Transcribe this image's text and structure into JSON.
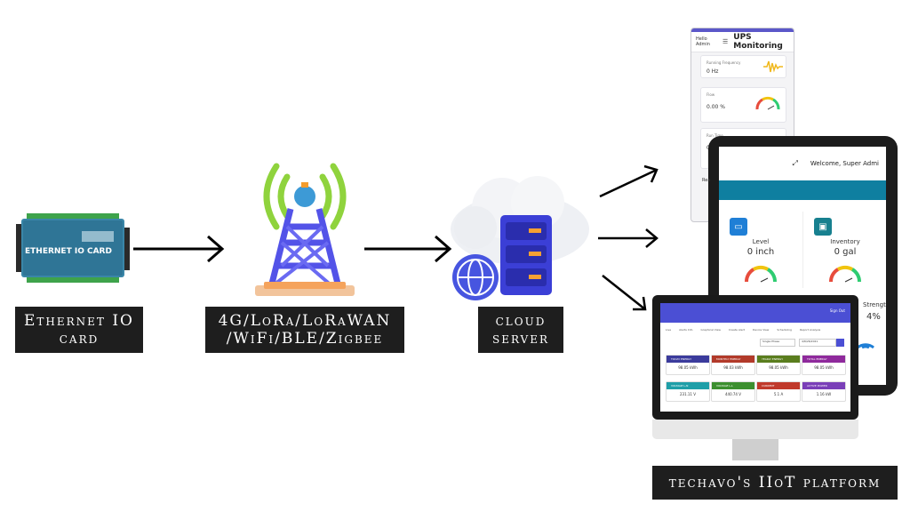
{
  "steps": [
    {
      "label_line1": "Ethernet IO",
      "label_line2": "card",
      "device_text": "ETHERNET IO CARD"
    },
    {
      "label_line1": "4G/LoRa/LoRaWAN",
      "label_line2": "/WiFi/BLE/Zigbee"
    },
    {
      "label_line1": "cloud",
      "label_line2": "server"
    },
    {
      "label_line1": "techavo's IIoT platform"
    }
  ],
  "phone": {
    "greeting": "Hello Admin",
    "title": "UPS Monitoring",
    "cards": [
      {
        "title": "Running Frequency",
        "value": "0 Hz"
      },
      {
        "title": "Flow",
        "value": "0.00 %"
      },
      {
        "title": "Run Time",
        "value": "0"
      }
    ]
  },
  "tablet": {
    "welcome": "Welcome, Super Admi",
    "side_label": "Rea",
    "tiles": [
      {
        "title": "Level",
        "value": "0 inch",
        "icon": "tank-icon"
      },
      {
        "title": "Inventory",
        "value": "0 gal",
        "icon": "box-icon"
      }
    ],
    "partial_title": "Strength",
    "partial_value": "4%"
  },
  "monitor": {
    "signout": "Sign Out",
    "nav": [
      "Live",
      "Alerts Info",
      "Graphical View",
      "Create Alert",
      "Device View",
      "Scheduling",
      "Report Analysis"
    ],
    "filter_value": "Single Phase",
    "date_value": "4/8/26/2021",
    "cards": [
      {
        "title": "TODAY ENERGY",
        "value": "98.05 kWh",
        "color": "#3b3b9c"
      },
      {
        "title": "MONTHLY ENERGY",
        "value": "98.03 kWh",
        "color": "#b23a2a"
      },
      {
        "title": "YEARLY ENERGY",
        "value": "98.05 kWh",
        "color": "#5a7d1e"
      },
      {
        "title": "TOTAL ENERGY",
        "value": "98.05 kWh",
        "color": "#8f2a9c"
      },
      {
        "title": "VOLTAGE L-N",
        "value": "231.11 V",
        "color": "#1f9fa8"
      },
      {
        "title": "VOLTAGE L-L",
        "value": "440.74 V",
        "color": "#3c8f2f"
      },
      {
        "title": "CURRENT",
        "value": "5.1 A",
        "color": "#c0392b"
      },
      {
        "title": "ACTIVE POWER",
        "value": "1.16 kW",
        "color": "#7a3fb8"
      }
    ]
  }
}
